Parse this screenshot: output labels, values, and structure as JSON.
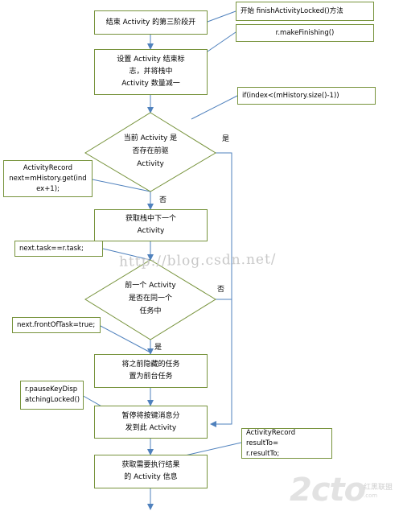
{
  "flow": {
    "start_box": "结束 Activity 的第三阶段开",
    "mark_box": "设置 Activity 结束标\n志，并将栈中\nActivity 数量减一",
    "decision1": "当前 Activity 是\n否存在前驱\nActivity",
    "get_next_box": "获取栈中下一个\nActivity",
    "decision2": "前一个 Activity\n是否在同一个\n任务中",
    "front_box": "将之前隐藏的任务\n置为前台任务",
    "pause_box": "暂停将按键消息分\n发到此 Activity",
    "result_box": "获取需要执行结果\n的 Activity 信息"
  },
  "notes": {
    "finish": "开始 finishActivityLocked()方法",
    "make_finishing": "r.makeFinishing()",
    "if_index": "if(index<(mHistory.size()-1))",
    "activity_record_next": "ActivityRecord\nnext=mHistory.get(ind\nex+1);",
    "next_task": "next.task==r.task;",
    "front_of_task": "next.frontOfTask=true;",
    "pause_key": "r.pauseKeyDisp\natchingLocked()",
    "result_to": "ActivityRecord resultTo=\nr.resultTo;"
  },
  "labels": {
    "d1_yes": "是",
    "d1_no": "否",
    "d2_no": "否",
    "d2_yes": "是"
  },
  "watermark": "http://blog.csdn.net/",
  "logo": {
    "brand": "2cto",
    "cn": "红黑联盟",
    "sub": ".com"
  },
  "colors": {
    "box_border": "#77933c",
    "arrow": "#4f81bd"
  }
}
